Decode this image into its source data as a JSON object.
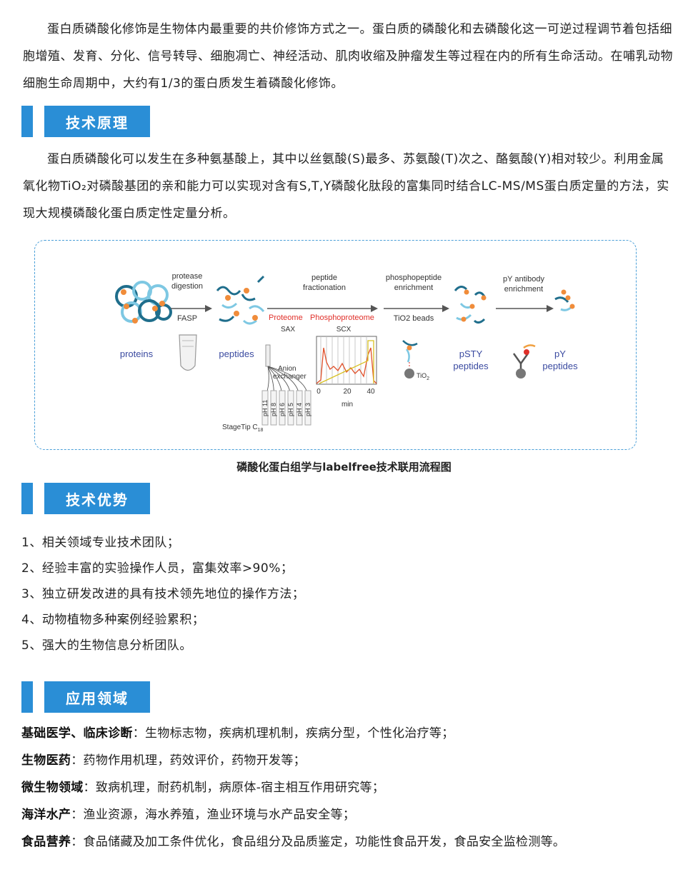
{
  "intro": "蛋白质磷酸化修饰是生物体内最重要的共价修饰方式之一。蛋白质的磷酸化和去磷酸化这一可逆过程调节着包括细胞增殖、发育、分化、信号转导、细胞凋亡、神经活动、肌肉收缩及肿瘤发生等过程在内的所有生命活动。在哺乳动物细胞生命周期中，大约有1/3的蛋白质发生着磷酸化修饰。",
  "sections": {
    "principle": {
      "title": "技术原理",
      "text": "蛋白质磷酸化可以发生在多种氨基酸上，其中以丝氨酸(S)最多、苏氨酸(T)次之、酪氨酸(Y)相对较少。利用金属氧化物TiO₂对磷酸基团的亲和能力可以实现对含有S,T,Y磷酸化肽段的富集同时结合LC-MS/MS蛋白质定量的方法，实现大规模磷酸化蛋白质定性定量分析。"
    },
    "advantages": {
      "title": "技术优势",
      "items": [
        "1、相关领域专业技术团队；",
        "2、经验丰富的实验操作人员，富集效率>90%；",
        "3、独立研发改进的具有技术领先地位的操作方法；",
        "4、动物植物多种案例经验累积；",
        "5、强大的生物信息分析团队。"
      ]
    },
    "applications": {
      "title": "应用领域",
      "rows": [
        {
          "label": "基础医学、临床诊断",
          "sep": "：",
          "text": "生物标志物，疾病机理机制，疾病分型，个性化治疗等；"
        },
        {
          "label": "生物医药",
          "sep": "：",
          "text": "药物作用机理，药效评价，药物开发等；"
        },
        {
          "label": "微生物领域",
          "sep": "：",
          "text": "致病机理，耐药机制，病原体-宿主相互作用研究等；"
        },
        {
          "label": "海洋水产",
          "sep": "：",
          "text": "渔业资源，海水养殖，渔业环境与水产品安全等；"
        },
        {
          "label": "食品营养",
          "sep": "：",
          "text": "食品储藏及加工条件优化，食品组分及品质鉴定，功能性食品开发，食品安全监检测等。"
        }
      ]
    }
  },
  "figure": {
    "caption": "磷酸化蛋白组学与labelfree技术联用流程图",
    "labels": {
      "proteins": "proteins",
      "peptides": "peptides",
      "protease1": "protease",
      "protease2": "digestion",
      "fasp": "FASP",
      "frac1": "peptide",
      "frac2": "fractionation",
      "proteome": "Proteome",
      "phosphoproteome": "Phosphoproteome",
      "sax": "SAX",
      "scx": "SCX",
      "anion1": "Anion",
      "anion2": "exchanger",
      "stagetip": "StageTip C",
      "stagetip_sub": "18",
      "ph": [
        "pH 11",
        "pH 8",
        "pH 6",
        "pH 5",
        "pH 4",
        "pH 3"
      ],
      "enrich1": "phosphopeptide",
      "enrich2": "enrichment",
      "tio2beads": "TiO2 beads",
      "tio2": "TiO",
      "tio2_sub": "2",
      "pY1": "pY antibody",
      "pY2": "enrichment",
      "pSTY1": "pSTY",
      "pSTY2": "peptides",
      "pYp1": "pY",
      "pYp2": "peptides",
      "ticks": [
        "0",
        "20",
        "40"
      ],
      "min": "min"
    },
    "colors": {
      "accent": "#2a8ed6",
      "protein_dark": "#1f6e8c",
      "protein_light": "#7ec8e3",
      "phospho": "#f08c3a",
      "red_label": "#e0302a",
      "trace": "#e0502a",
      "gradient": "#d8c020"
    }
  }
}
